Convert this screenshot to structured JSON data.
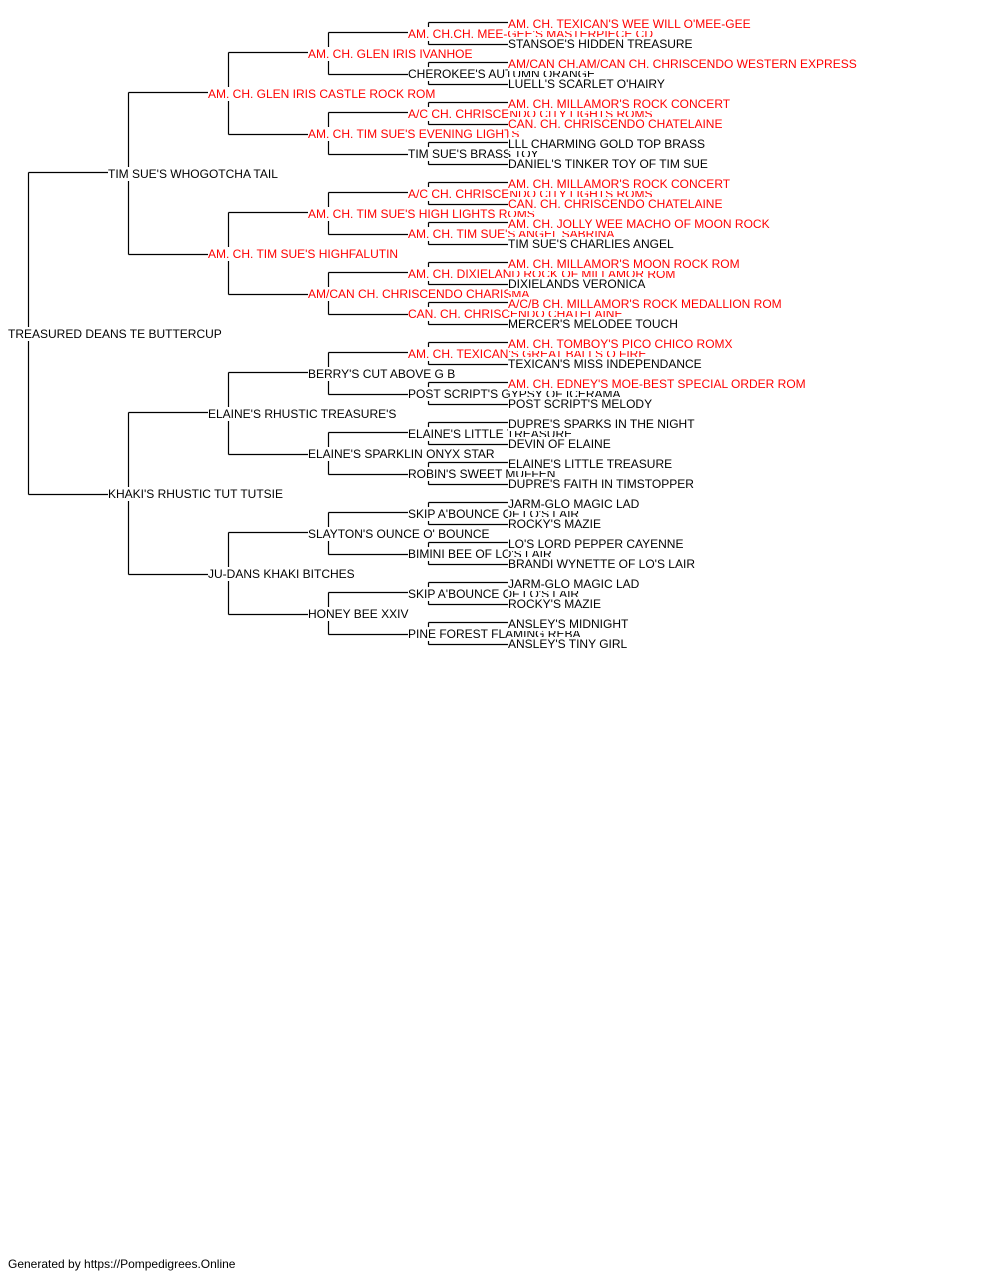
{
  "champion_color": "#ff0000",
  "normal_color": "#000000",
  "line_color": "#000000",
  "footer": "Generated by https://Pompedigrees.Online",
  "dogs": [
    {
      "name": "TREASURED DEANS TE BUTTERCUP",
      "generation": 0,
      "position": 0,
      "champion": false
    },
    {
      "name": "TIM SUE'S WHOGOTCHA TAIL",
      "generation": 1,
      "position": 0,
      "champion": false
    },
    {
      "name": "KHAKI'S RHUSTIC TUT TUTSIE",
      "generation": 1,
      "position": 1,
      "champion": false
    },
    {
      "name": "AM. CH. GLEN IRIS CASTLE ROCK ROM",
      "generation": 2,
      "position": 0,
      "champion": true
    },
    {
      "name": "AM. CH. TIM SUE'S HIGHFALUTIN",
      "generation": 2,
      "position": 1,
      "champion": true
    },
    {
      "name": "ELAINE'S RHUSTIC TREASURE'S",
      "generation": 2,
      "position": 2,
      "champion": false
    },
    {
      "name": "JU-DANS KHAKI BITCHES",
      "generation": 2,
      "position": 3,
      "champion": false
    },
    {
      "name": "AM. CH. GLEN IRIS IVANHOE",
      "generation": 3,
      "position": 0,
      "champion": true
    },
    {
      "name": "AM. CH. TIM SUE'S EVENING LIGHTS",
      "generation": 3,
      "position": 1,
      "champion": true
    },
    {
      "name": "AM. CH. TIM SUE'S HIGH LIGHTS ROMS",
      "generation": 3,
      "position": 2,
      "champion": true
    },
    {
      "name": "AM/CAN CH. CHRISCENDO CHARISMA",
      "generation": 3,
      "position": 3,
      "champion": true
    },
    {
      "name": "BERRY'S CUT ABOVE G B",
      "generation": 3,
      "position": 4,
      "champion": false
    },
    {
      "name": "ELAINE'S SPARKLIN ONYX STAR",
      "generation": 3,
      "position": 5,
      "champion": false
    },
    {
      "name": "SLAYTON'S OUNCE O' BOUNCE",
      "generation": 3,
      "position": 6,
      "champion": false
    },
    {
      "name": "HONEY BEE XXIV",
      "generation": 3,
      "position": 7,
      "champion": false
    },
    {
      "name": "AM. CH.CH. MEE-GEE'S MASTERPIECE CD",
      "generation": 4,
      "position": 0,
      "champion": true
    },
    {
      "name": "CHEROKEE'S AUTUMN ORANGE",
      "generation": 4,
      "position": 1,
      "champion": false
    },
    {
      "name": "A/C CH. CHRISCENDO CITY LIGHTS ROMS",
      "generation": 4,
      "position": 2,
      "champion": true
    },
    {
      "name": "TIM SUE'S BRASS TOY",
      "generation": 4,
      "position": 3,
      "champion": false
    },
    {
      "name": "A/C CH. CHRISCENDO CITY LIGHTS ROMS",
      "generation": 4,
      "position": 4,
      "champion": true
    },
    {
      "name": "AM. CH. TIM SUE'S ANGEL SABRINA",
      "generation": 4,
      "position": 5,
      "champion": true
    },
    {
      "name": "AM. CH. DIXIELAND ROCK OF MILLAMOR ROM",
      "generation": 4,
      "position": 6,
      "champion": true
    },
    {
      "name": "CAN. CH. CHRISCENDO CHATELAINE",
      "generation": 4,
      "position": 7,
      "champion": true
    },
    {
      "name": "AM. CH. TEXICAN'S GREAT BALLS O FIRE",
      "generation": 4,
      "position": 8,
      "champion": true
    },
    {
      "name": "POST SCRIPT'S GYPSY OF ICERAMA",
      "generation": 4,
      "position": 9,
      "champion": false
    },
    {
      "name": "ELAINE'S LITTLE TREASURE",
      "generation": 4,
      "position": 10,
      "champion": false
    },
    {
      "name": "ROBIN'S SWEET MUFFEN",
      "generation": 4,
      "position": 11,
      "champion": false
    },
    {
      "name": "SKIP A'BOUNCE OF LO'S LAIR",
      "generation": 4,
      "position": 12,
      "champion": false
    },
    {
      "name": "BIMINI BEE OF LO'S LAIR",
      "generation": 4,
      "position": 13,
      "champion": false
    },
    {
      "name": "SKIP A'BOUNCE OF LO'S LAIR",
      "generation": 4,
      "position": 14,
      "champion": false
    },
    {
      "name": "PINE FOREST FLAMING REBA",
      "generation": 4,
      "position": 15,
      "champion": false
    },
    {
      "name": "AM. CH. TEXICAN'S WEE WILL O'MEE-GEE",
      "generation": 5,
      "position": 0,
      "champion": true
    },
    {
      "name": "STANSOE'S HIDDEN TREASURE",
      "generation": 5,
      "position": 1,
      "champion": false
    },
    {
      "name": "AM/CAN CH.AM/CAN CH. CHRISCENDO WESTERN EXPRESS",
      "generation": 5,
      "position": 2,
      "champion": true
    },
    {
      "name": "LUELL'S SCARLET O'HAIRY",
      "generation": 5,
      "position": 3,
      "champion": false
    },
    {
      "name": "AM. CH. MILLAMOR'S ROCK CONCERT",
      "generation": 5,
      "position": 4,
      "champion": true
    },
    {
      "name": "CAN. CH. CHRISCENDO CHATELAINE",
      "generation": 5,
      "position": 5,
      "champion": true
    },
    {
      "name": "LLL CHARMING GOLD TOP BRASS",
      "generation": 5,
      "position": 6,
      "champion": false
    },
    {
      "name": "DANIEL'S TINKER TOY OF TIM SUE",
      "generation": 5,
      "position": 7,
      "champion": false
    },
    {
      "name": "AM. CH. MILLAMOR'S ROCK CONCERT",
      "generation": 5,
      "position": 8,
      "champion": true
    },
    {
      "name": "CAN. CH. CHRISCENDO CHATELAINE",
      "generation": 5,
      "position": 9,
      "champion": true
    },
    {
      "name": "AM. CH. JOLLY WEE MACHO OF MOON ROCK",
      "generation": 5,
      "position": 10,
      "champion": true
    },
    {
      "name": "TIM SUE'S CHARLIES ANGEL",
      "generation": 5,
      "position": 11,
      "champion": false
    },
    {
      "name": "AM. CH. MILLAMOR'S MOON ROCK ROM",
      "generation": 5,
      "position": 12,
      "champion": true
    },
    {
      "name": "DIXIELANDS VERONICA",
      "generation": 5,
      "position": 13,
      "champion": false
    },
    {
      "name": "A/C/B CH. MILLAMOR'S ROCK MEDALLION ROM",
      "generation": 5,
      "position": 14,
      "champion": true
    },
    {
      "name": "MERCER'S MELODEE TOUCH",
      "generation": 5,
      "position": 15,
      "champion": false
    },
    {
      "name": "AM. CH. TOMBOY'S PICO CHICO ROMX",
      "generation": 5,
      "position": 16,
      "champion": true
    },
    {
      "name": "TEXICAN'S MISS INDEPENDANCE",
      "generation": 5,
      "position": 17,
      "champion": false
    },
    {
      "name": "AM. CH. EDNEY'S MOE-BEST SPECIAL ORDER ROM",
      "generation": 5,
      "position": 18,
      "champion": true
    },
    {
      "name": "POST SCRIPT'S MELODY",
      "generation": 5,
      "position": 19,
      "champion": false
    },
    {
      "name": "DUPRE'S SPARKS IN THE NIGHT",
      "generation": 5,
      "position": 20,
      "champion": false
    },
    {
      "name": "DEVIN OF ELAINE",
      "generation": 5,
      "position": 21,
      "champion": false
    },
    {
      "name": "ELAINE'S LITTLE TREASURE",
      "generation": 5,
      "position": 22,
      "champion": false
    },
    {
      "name": "DUPRE'S FAITH IN TIMSTOPPER",
      "generation": 5,
      "position": 23,
      "champion": false
    },
    {
      "name": "JARM-GLO MAGIC LAD",
      "generation": 5,
      "position": 24,
      "champion": false
    },
    {
      "name": "ROCKY'S MAZIE",
      "generation": 5,
      "position": 25,
      "champion": false
    },
    {
      "name": "LO'S LORD PEPPER CAYENNE",
      "generation": 5,
      "position": 26,
      "champion": false
    },
    {
      "name": "BRANDI WYNETTE OF LO'S LAIR",
      "generation": 5,
      "position": 27,
      "champion": false
    },
    {
      "name": "JARM-GLO MAGIC LAD",
      "generation": 5,
      "position": 28,
      "champion": false
    },
    {
      "name": "ROCKY'S MAZIE",
      "generation": 5,
      "position": 29,
      "champion": false
    },
    {
      "name": "ANSLEY'S MIDNIGHT",
      "generation": 5,
      "position": 30,
      "champion": false
    },
    {
      "name": "ANSLEY'S TINY GIRL",
      "generation": 5,
      "position": 31,
      "champion": false
    }
  ]
}
